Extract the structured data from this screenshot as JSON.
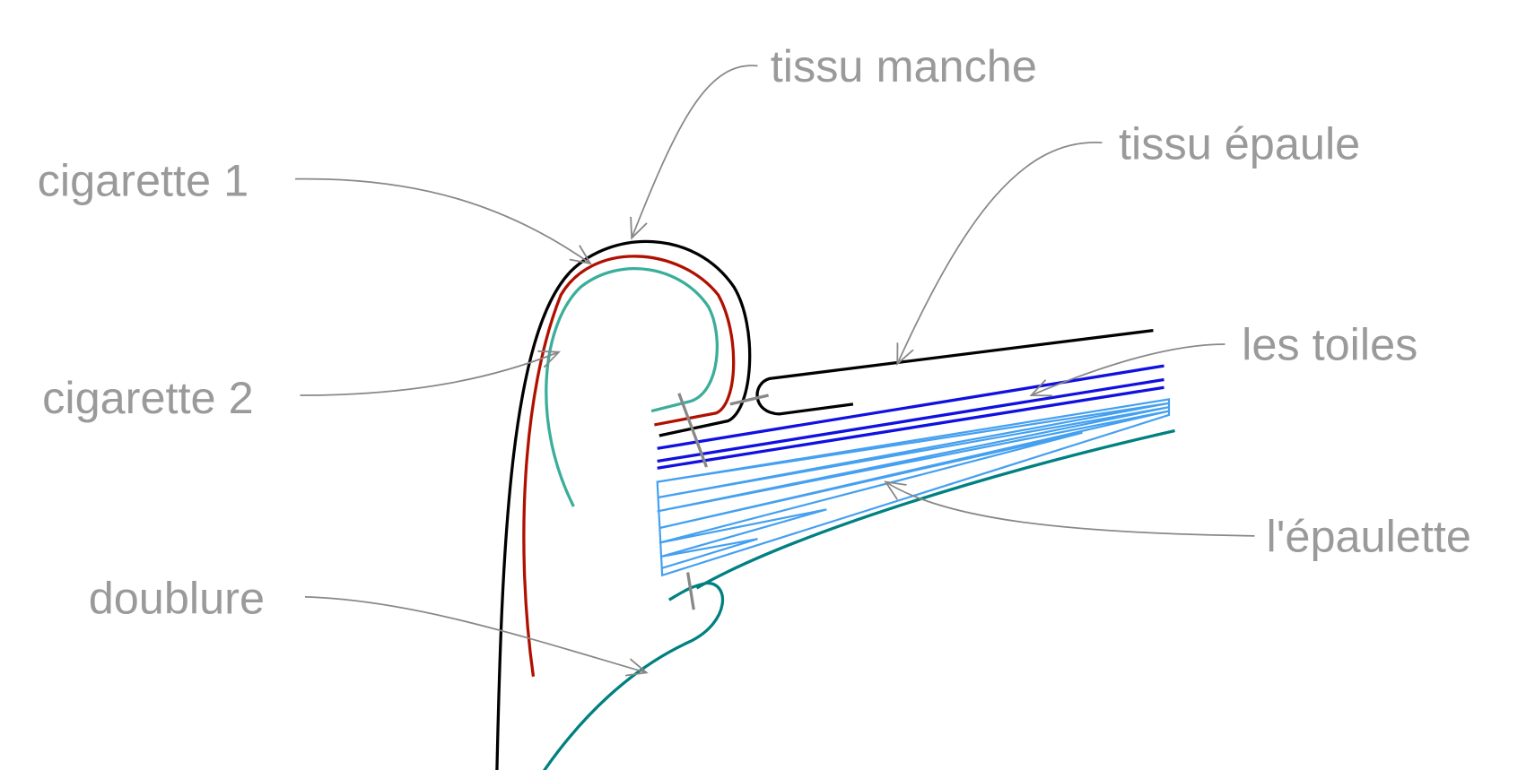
{
  "labels": {
    "tissu_manche": "tissu manche",
    "cigarette_1": "cigarette 1",
    "cigarette_2": "cigarette 2",
    "doublure": "doublure",
    "tissu_epaule": "tissu épaule",
    "les_toiles": "les toiles",
    "epaulette": "l'épaulette"
  },
  "colors": {
    "tissu": "#000000",
    "cigarette_1": "#b01000",
    "cigarette_2": "#3aae9a",
    "toiles": "#1010e0",
    "epaulette": "#44a0f0",
    "doublure": "#008080",
    "annotation": "#888888",
    "label": "#9a9a9a"
  }
}
